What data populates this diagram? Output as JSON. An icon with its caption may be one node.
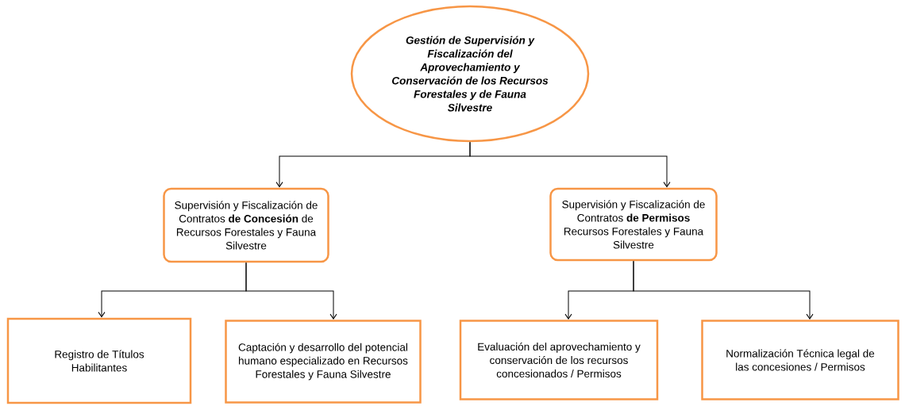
{
  "diagram": {
    "nodes": [
      {
        "text": [
          "Gestión de Supervisión y Fiscalización del Aprovechamiento y Conservación de los Recursos Forestales y de Fauna Silvestre"
        ]
      },
      {
        "text": [
          "Supervisión y Fiscalización de Contratos **de Concesión** de Recursos Forestales y Fauna Silvestre"
        ]
      },
      {
        "text": [
          "Supervisión y Fiscalización de Contratos **de Permisos** Recursos Forestales y Fauna Silvestre"
        ]
      },
      {
        "text": [
          "Registro de Títulos Habilitantes"
        ]
      },
      {
        "text": [
          "Captación y desarrollo del potencial humano especializado en Recursos Forestales y Fauna Silvestre"
        ]
      },
      {
        "text": [
          "Evaluación del aprovechamiento y conservación de los recursos concesionados / Permisos"
        ]
      },
      {
        "text": [
          "Normalización Técnica legal de las concesiones / Permisos"
        ]
      }
    ],
    "edges": [
      {
        "from": 0,
        "to": 1,
        "arrow": "to"
      },
      {
        "from": 0,
        "to": 2,
        "arrow": "to"
      },
      {
        "from": 1,
        "to": 3,
        "arrow": "to"
      },
      {
        "from": 1,
        "to": 4,
        "arrow": "to"
      },
      {
        "from": 2,
        "to": 5,
        "arrow": "to"
      },
      {
        "from": 2,
        "to": 6,
        "arrow": "to"
      }
    ]
  }
}
